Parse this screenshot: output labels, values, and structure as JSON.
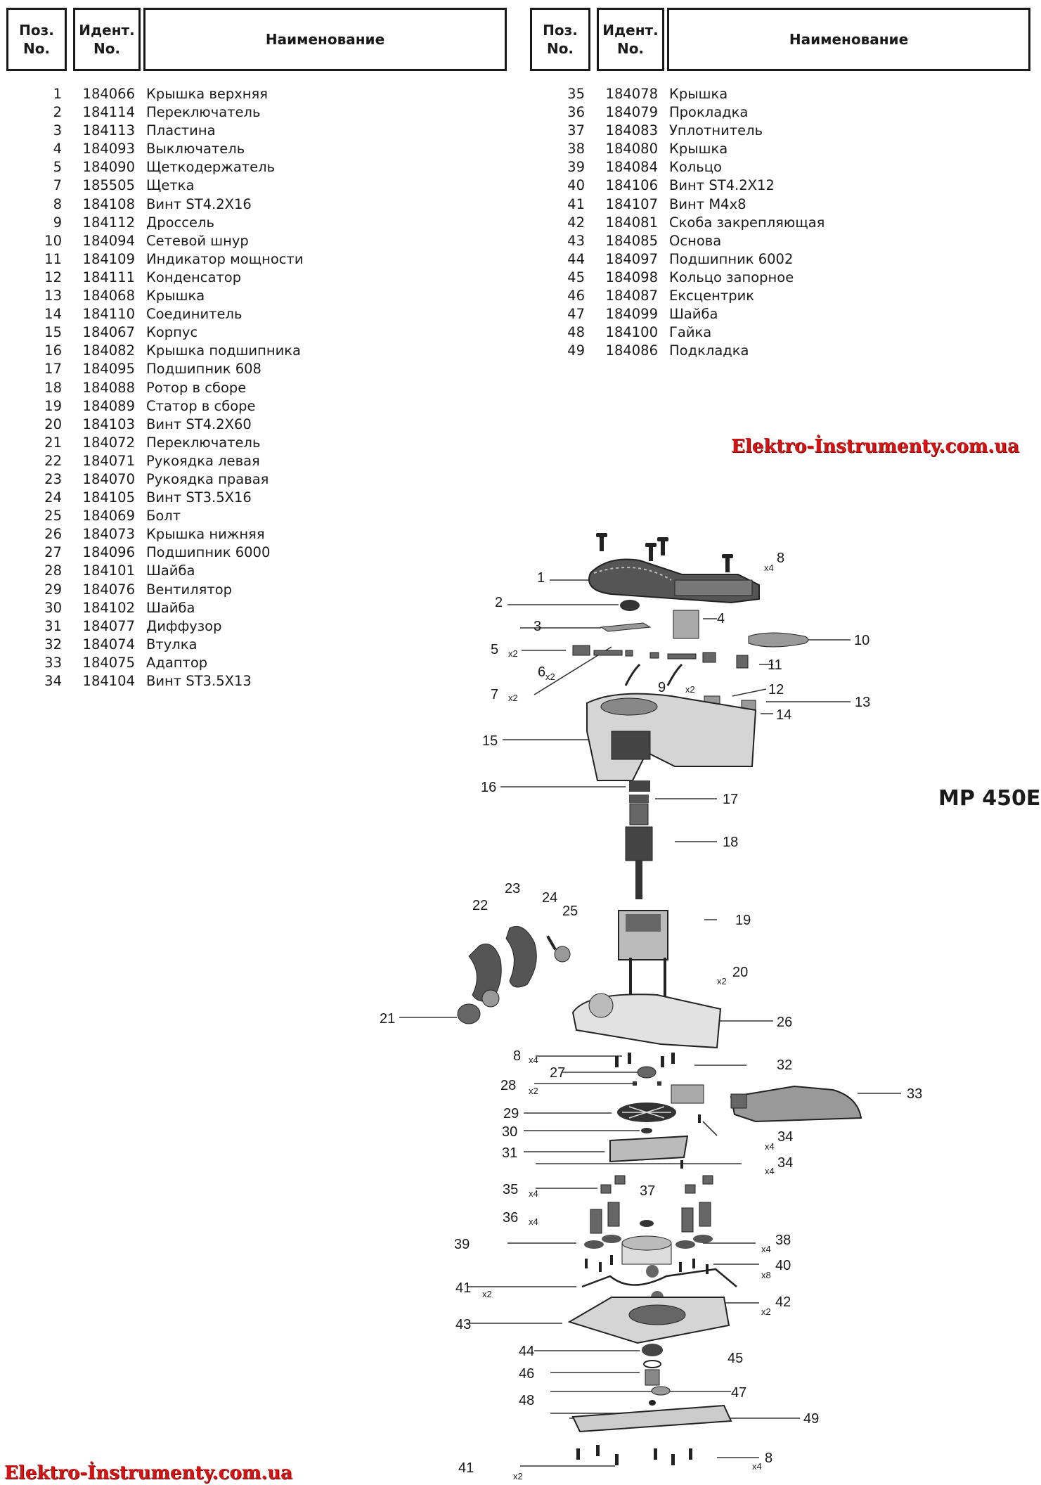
{
  "headers": {
    "pos": [
      "Поз.",
      "No."
    ],
    "ident": [
      "Идент.",
      "No."
    ],
    "name": "Наименование"
  },
  "left_parts": [
    {
      "pos": "1",
      "id": "184066",
      "name": "Крышка верхняя"
    },
    {
      "pos": "2",
      "id": "184114",
      "name": "Переключатель"
    },
    {
      "pos": "3",
      "id": "184113",
      "name": "Пластина"
    },
    {
      "pos": "4",
      "id": "184093",
      "name": "Выключатель"
    },
    {
      "pos": "5",
      "id": "184090",
      "name": "Щеткодержатель"
    },
    {
      "pos": "7",
      "id": "185505",
      "name": "Щетка"
    },
    {
      "pos": "8",
      "id": "184108",
      "name": "Винт ST4.2X16"
    },
    {
      "pos": "9",
      "id": "184112",
      "name": "Дроссель"
    },
    {
      "pos": "10",
      "id": "184094",
      "name": "Сетевой шнур"
    },
    {
      "pos": "11",
      "id": "184109",
      "name": "Индикатор мощности"
    },
    {
      "pos": "12",
      "id": "184111",
      "name": "Конденсатор"
    },
    {
      "pos": "13",
      "id": "184068",
      "name": "Крышка"
    },
    {
      "pos": "14",
      "id": "184110",
      "name": "Соединитель"
    },
    {
      "pos": "15",
      "id": "184067",
      "name": "Корпус"
    },
    {
      "pos": "16",
      "id": "184082",
      "name": "Крышка подшипника"
    },
    {
      "pos": "17",
      "id": "184095",
      "name": "Подшипник 608"
    },
    {
      "pos": "18",
      "id": "184088",
      "name": "Ротор в сборе"
    },
    {
      "pos": "19",
      "id": "184089",
      "name": "Статор в сборе"
    },
    {
      "pos": "20",
      "id": "184103",
      "name": "Винт ST4.2X60"
    },
    {
      "pos": "21",
      "id": "184072",
      "name": "Переключатель"
    },
    {
      "pos": "22",
      "id": "184071",
      "name": "Рукоядка левая"
    },
    {
      "pos": "23",
      "id": "184070",
      "name": "Рукоядка правая"
    },
    {
      "pos": "24",
      "id": "184105",
      "name": "Винт ST3.5X16"
    },
    {
      "pos": "25",
      "id": "184069",
      "name": "Болт"
    },
    {
      "pos": "26",
      "id": "184073",
      "name": "Крышка нижняя"
    },
    {
      "pos": "27",
      "id": "184096",
      "name": "Подшипник 6000"
    },
    {
      "pos": "28",
      "id": "184101",
      "name": "Шайба"
    },
    {
      "pos": "29",
      "id": "184076",
      "name": "Вентилятор"
    },
    {
      "pos": "30",
      "id": "184102",
      "name": "Шайба"
    },
    {
      "pos": "31",
      "id": "184077",
      "name": "Диффузор"
    },
    {
      "pos": "32",
      "id": "184074",
      "name": "Втулка"
    },
    {
      "pos": "33",
      "id": "184075",
      "name": "Адаптор"
    },
    {
      "pos": "34",
      "id": "184104",
      "name": "Винт ST3.5X13"
    }
  ],
  "right_parts": [
    {
      "pos": "35",
      "id": "184078",
      "name": "Крышка"
    },
    {
      "pos": "36",
      "id": "184079",
      "name": "Прокладка"
    },
    {
      "pos": "37",
      "id": "184083",
      "name": "Уплотнитель"
    },
    {
      "pos": "38",
      "id": "184080",
      "name": "Крышка"
    },
    {
      "pos": "39",
      "id": "184084",
      "name": "Кольцо"
    },
    {
      "pos": "40",
      "id": "184106",
      "name": "Винт ST4.2X12"
    },
    {
      "pos": "41",
      "id": "184107",
      "name": "Винт M4x8"
    },
    {
      "pos": "42",
      "id": "184081",
      "name": "Скоба закрепляющая"
    },
    {
      "pos": "43",
      "id": "184085",
      "name": "Основа"
    },
    {
      "pos": "44",
      "id": "184097",
      "name": "Подшипник 6002"
    },
    {
      "pos": "45",
      "id": "184098",
      "name": "Кольцо запорное"
    },
    {
      "pos": "46",
      "id": "184087",
      "name": "Ексцентрик"
    },
    {
      "pos": "47",
      "id": "184099",
      "name": "Шайба"
    },
    {
      "pos": "48",
      "id": "184100",
      "name": "Гайка"
    },
    {
      "pos": "49",
      "id": "184086",
      "name": "Подкладка"
    }
  ],
  "watermark": "Elektro-İnstrumenty.com.ua",
  "model": "MP 450E",
  "callouts": [
    {
      "t": "8",
      "q": "x4"
    },
    {
      "t": "1",
      "q": ""
    },
    {
      "t": "2",
      "q": ""
    },
    {
      "t": "3",
      "q": ""
    },
    {
      "t": "4",
      "q": ""
    },
    {
      "t": "10",
      "q": ""
    },
    {
      "t": "5",
      "q": "x2"
    },
    {
      "t": "11",
      "q": ""
    },
    {
      "t": "6",
      "q": "x2"
    },
    {
      "t": "9",
      "q": "x2"
    },
    {
      "t": "7",
      "q": "x2"
    },
    {
      "t": "12",
      "q": ""
    },
    {
      "t": "13",
      "q": ""
    },
    {
      "t": "14",
      "q": ""
    },
    {
      "t": "15",
      "q": ""
    },
    {
      "t": "16",
      "q": ""
    },
    {
      "t": "17",
      "q": ""
    },
    {
      "t": "18",
      "q": ""
    },
    {
      "t": "22",
      "q": ""
    },
    {
      "t": "23",
      "q": ""
    },
    {
      "t": "24",
      "q": ""
    },
    {
      "t": "25",
      "q": ""
    },
    {
      "t": "19",
      "q": ""
    },
    {
      "t": "20",
      "q": "x2"
    },
    {
      "t": "21",
      "q": ""
    },
    {
      "t": "26",
      "q": ""
    },
    {
      "t": "8",
      "q": "x4"
    },
    {
      "t": "27",
      "q": ""
    },
    {
      "t": "32",
      "q": ""
    },
    {
      "t": "28",
      "q": "x2"
    },
    {
      "t": "33",
      "q": ""
    },
    {
      "t": "29",
      "q": ""
    },
    {
      "t": "30",
      "q": ""
    },
    {
      "t": "34",
      "q": "x4"
    },
    {
      "t": "31",
      "q": ""
    },
    {
      "t": "34",
      "q": "x4"
    },
    {
      "t": "35",
      "q": "x4"
    },
    {
      "t": "37",
      "q": ""
    },
    {
      "t": "36",
      "q": "x4"
    },
    {
      "t": "39",
      "q": ""
    },
    {
      "t": "38",
      "q": "x4"
    },
    {
      "t": "40",
      "q": "x8"
    },
    {
      "t": "41",
      "q": "x2"
    },
    {
      "t": "42",
      "q": "x2"
    },
    {
      "t": "43",
      "q": ""
    },
    {
      "t": "44",
      "q": ""
    },
    {
      "t": "45",
      "q": ""
    },
    {
      "t": "46",
      "q": ""
    },
    {
      "t": "47",
      "q": ""
    },
    {
      "t": "48",
      "q": ""
    },
    {
      "t": "49",
      "q": ""
    },
    {
      "t": "41",
      "q": "x2"
    },
    {
      "t": "8",
      "q": "x4"
    }
  ]
}
